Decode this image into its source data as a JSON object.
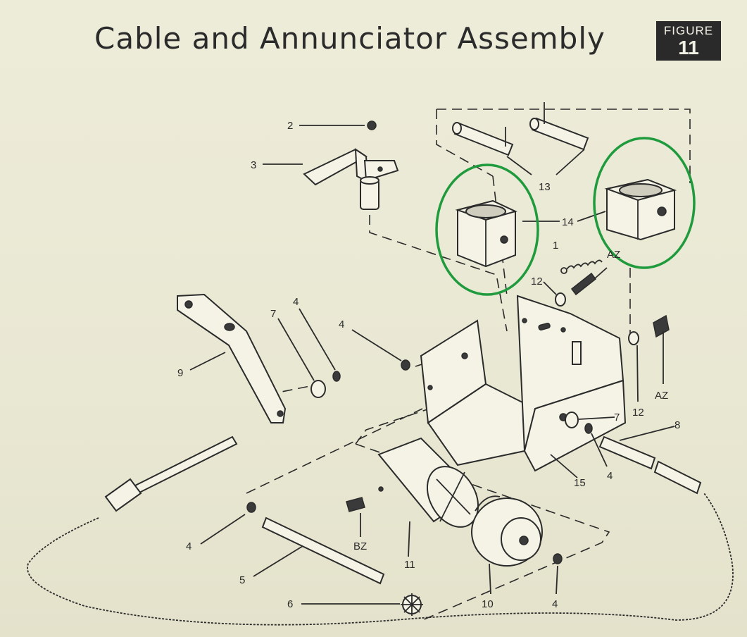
{
  "title": "Cable and Annunciator Assembly",
  "figure": {
    "word": "FIGURE",
    "number": "11"
  },
  "callouts": [
    {
      "id": "2",
      "text": "2"
    },
    {
      "id": "3",
      "text": "3"
    },
    {
      "id": "13",
      "text": "13"
    },
    {
      "id": "14",
      "text": "14"
    },
    {
      "id": "1",
      "text": "1"
    },
    {
      "id": "AZ-top",
      "text": "AZ"
    },
    {
      "id": "12-top",
      "text": "12"
    },
    {
      "id": "9",
      "text": "9"
    },
    {
      "id": "7-left",
      "text": "7"
    },
    {
      "id": "4-left",
      "text": "4"
    },
    {
      "id": "4-mid",
      "text": "4"
    },
    {
      "id": "12-right",
      "text": "12"
    },
    {
      "id": "AZ-right",
      "text": "AZ"
    },
    {
      "id": "7-right",
      "text": "7"
    },
    {
      "id": "8",
      "text": "8"
    },
    {
      "id": "4-right",
      "text": "4"
    },
    {
      "id": "15",
      "text": "15"
    },
    {
      "id": "BZ",
      "text": "BZ"
    },
    {
      "id": "11",
      "text": "11"
    },
    {
      "id": "4-lower",
      "text": "4"
    },
    {
      "id": "5",
      "text": "5"
    },
    {
      "id": "6",
      "text": "6"
    },
    {
      "id": "10",
      "text": "10"
    },
    {
      "id": "4-bottom",
      "text": "4"
    }
  ],
  "colors": {
    "highlight": "#1f9a3c",
    "ink": "#2b2b2b",
    "paper": "#ecebd8"
  }
}
